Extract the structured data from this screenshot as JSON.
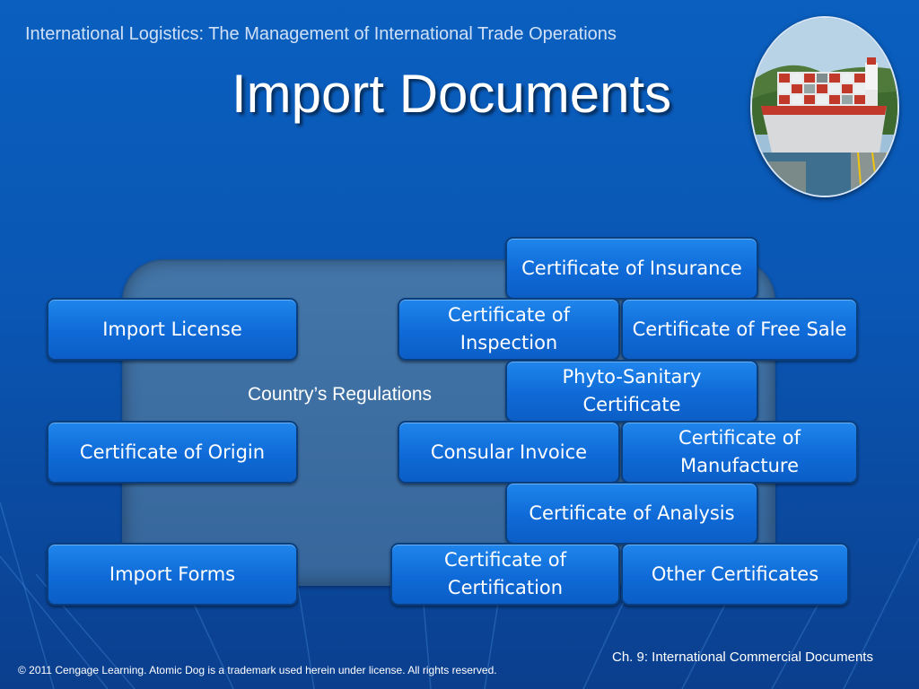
{
  "header": {
    "course_title": "International Logistics: The Management of International Trade Operations",
    "slide_title": "Import Documents"
  },
  "photo": {
    "subject": "container-ship-image"
  },
  "diagram": {
    "panel_label": "Country’s Regulations",
    "documents": {
      "import_license": "Import License",
      "certificate_of_origin": "Certificate of Origin",
      "import_forms": "Import Forms",
      "certificate_of_insurance": "Certificate of Insurance",
      "certificate_of_inspection": "Certificate of Inspection",
      "certificate_of_free_sale": "Certificate of Free Sale",
      "phyto_sanitary_certificate": "Phyto-Sanitary Certificate",
      "consular_invoice": "Consular Invoice",
      "certificate_of_manufacture": "Certificate of Manufacture",
      "certificate_of_analysis": "Certificate of Analysis",
      "certificate_of_certification": "Certificate of Certification",
      "other_certificates": "Other Certificates"
    }
  },
  "footer": {
    "chapter": "Ch. 9: International Commercial Documents",
    "copyright": "© 2011 Cengage Learning. Atomic Dog is a trademark used herein under license. All rights reserved."
  },
  "colors": {
    "background": "#0a5fbf",
    "box_fill": "#1577e0",
    "panel_fill": "#3d6fa3",
    "title_text": "#ffffff"
  }
}
